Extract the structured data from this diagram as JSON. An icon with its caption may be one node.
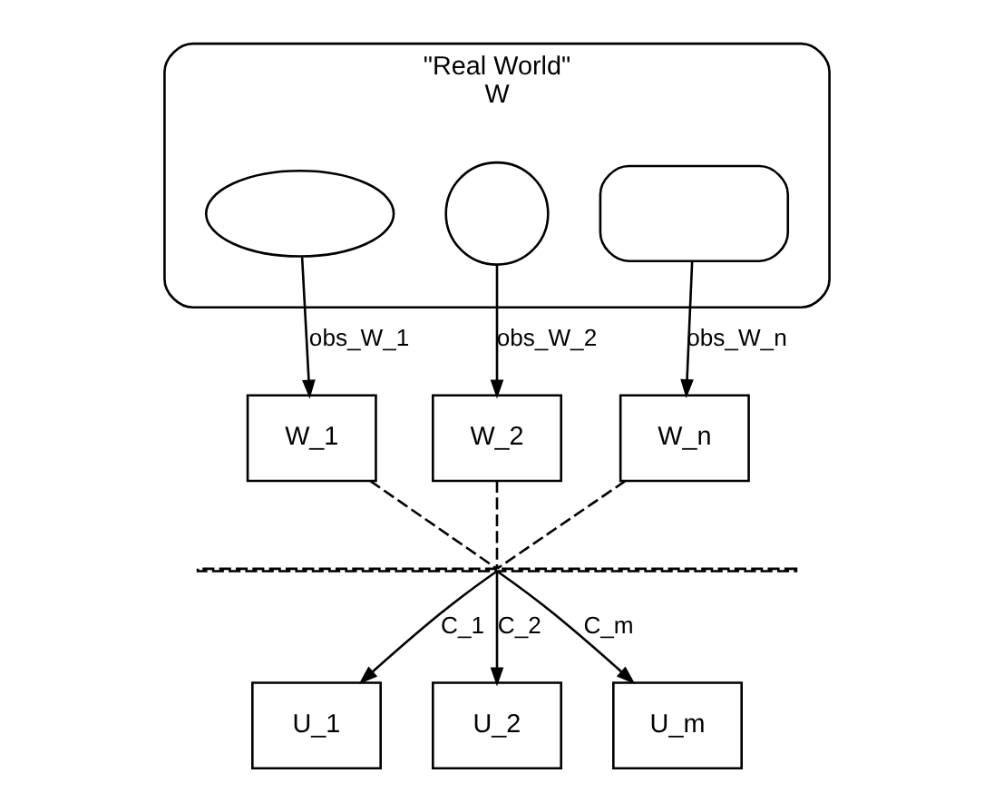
{
  "diagram": {
    "nodes": [
      {
        "text": [
          "\"Real World\"",
          "W"
        ]
      },
      {
        "text": [],
        "shape": "ellipse",
        "in": 0
      },
      {
        "text": [],
        "shape": "circle",
        "in": 0
      },
      {
        "text": [],
        "shape": "box",
        "in": 0
      },
      {
        "text": [
          "W_1"
        ]
      },
      {
        "text": [
          "W_2"
        ]
      },
      {
        "text": [
          "W_n"
        ]
      },
      {
        "text": [],
        "shape": "bar"
      },
      {
        "text": [
          "U_1"
        ]
      },
      {
        "text": [
          "U_2"
        ]
      },
      {
        "text": [
          "U_m"
        ]
      }
    ],
    "edges": [
      {
        "from": 1,
        "to": 4,
        "arrow": "to",
        "label": "obs_W_1"
      },
      {
        "from": 2,
        "to": 5,
        "arrow": "to",
        "label": "obs_W_2"
      },
      {
        "from": 3,
        "to": 6,
        "arrow": "to",
        "label": "obs_W_n"
      },
      {
        "from": 4,
        "to": 7,
        "arrow": "none",
        "style": "dashed"
      },
      {
        "from": 5,
        "to": 7,
        "arrow": "none",
        "style": "dashed"
      },
      {
        "from": 6,
        "to": 7,
        "arrow": "none",
        "style": "dashed"
      },
      {
        "from": 7,
        "to": 8,
        "arrow": "to",
        "label": "C_1"
      },
      {
        "from": 7,
        "to": 9,
        "arrow": "to",
        "label": "C_2"
      },
      {
        "from": 7,
        "to": 10,
        "arrow": "to",
        "label": "C_m"
      }
    ]
  }
}
